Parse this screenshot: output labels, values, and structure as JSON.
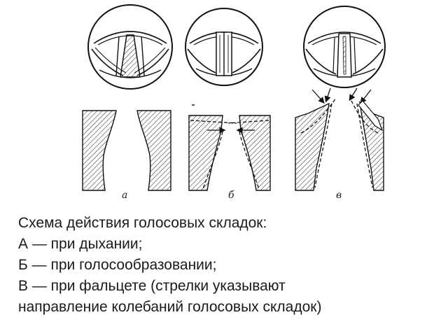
{
  "panels": [
    {
      "letter": "а"
    },
    {
      "letter": "б"
    },
    {
      "letter": "в"
    }
  ],
  "caption": {
    "line1": "Схема действия голосовых складок:",
    "line2": "А — при дыхании;",
    "line3": "Б — при голосообразовании;",
    "line4": "В — при фальцете (стрелки указывают",
    "line5": "направление колебаний голосовых складок)"
  }
}
